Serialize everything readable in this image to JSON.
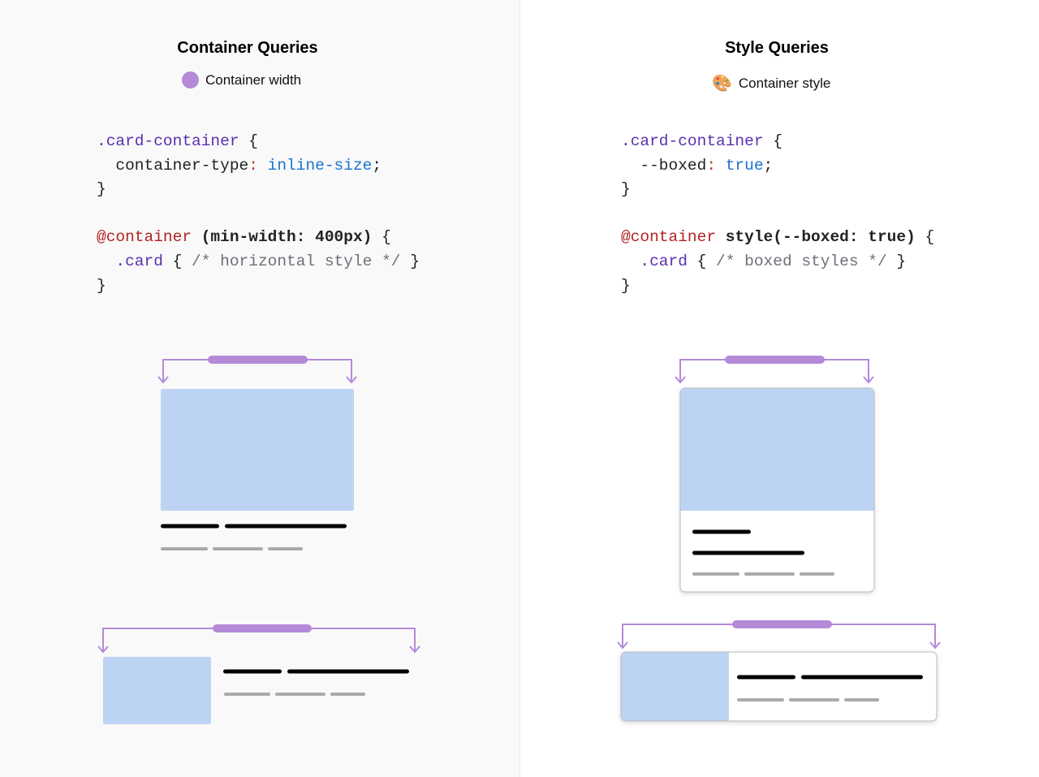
{
  "left": {
    "title": "Container Queries",
    "legend": {
      "icon": "purple-circle",
      "label": "Container width"
    },
    "code": {
      "selector1": ".card-container",
      "brace_open": "{",
      "property": "container-type",
      "colon": ":",
      "value": "inline-size",
      "semicolon": ";",
      "brace_close": "}",
      "at_rule": "@container",
      "condition": "(min-width: 400px)",
      "selector2": ".card",
      "comment": "/* horizontal style */"
    }
  },
  "right": {
    "title": "Style Queries",
    "legend": {
      "icon": "artist-palette",
      "label": "Container style"
    },
    "code": {
      "selector1": ".card-container",
      "brace_open": "{",
      "property": "--boxed",
      "colon": ":",
      "value": "true",
      "semicolon": ";",
      "brace_close": "}",
      "at_rule": "@container",
      "condition": "style(--boxed: true)",
      "selector2": ".card",
      "comment": "/* boxed styles */"
    }
  },
  "colors": {
    "accent": "#b48ad8",
    "image": "#bdd3f4",
    "text_line": "#000000",
    "sub_line": "#aaaaaa"
  }
}
